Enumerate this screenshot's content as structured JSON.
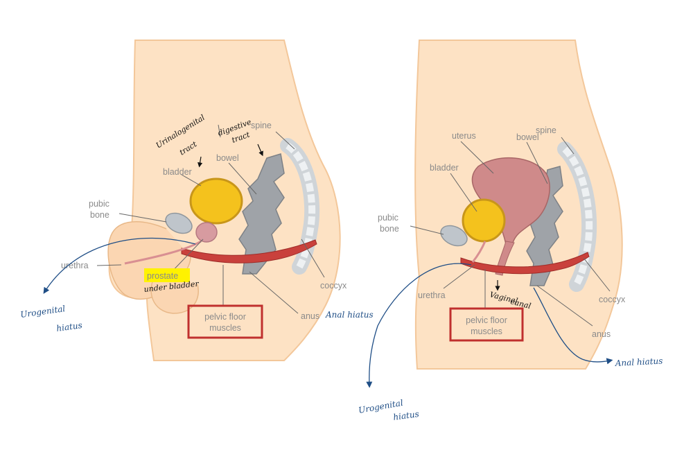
{
  "male": {
    "labels": {
      "spine": "spine",
      "bowel": "bowel",
      "bladder": "bladder",
      "pubic_bone_1": "pubic",
      "pubic_bone_2": "bone",
      "urethra": "urethra",
      "prostate": "prostate",
      "coccyx": "coccyx",
      "anus": "anus",
      "pelvic_floor_1": "pelvic floor",
      "pelvic_floor_2": "muscles"
    },
    "notes": {
      "urinogenital_1": "Urinalogenital",
      "urinogenital_2": "tract",
      "digestive_1": "digestive",
      "digestive_2": "tract",
      "under_bladder": "under bladder",
      "anal_hiatus": "Anal hiatus",
      "urogenital_1": "Urogenital",
      "urogenital_2": "hiatus"
    }
  },
  "female": {
    "labels": {
      "uterus": "uterus",
      "bowel": "bowel",
      "spine": "spine",
      "bladder": "bladder",
      "pubic_bone_1": "pubic",
      "pubic_bone_2": "bone",
      "urethra": "urethra",
      "coccyx": "coccyx",
      "anus": "anus",
      "pelvic_floor_1": "pelvic floor",
      "pelvic_floor_2": "muscles"
    },
    "notes": {
      "vaginal_1": "Vaginal",
      "vaginal_2": "canal",
      "anal_hiatus": "Anal hiatus",
      "urogenital_1": "Urogenital",
      "urogenital_2": "hiatus"
    }
  },
  "colors": {
    "skin": "#fde2c4",
    "skin_edge": "#f3c79a",
    "muscle": "#c9413c",
    "bone": "#bfc5cb",
    "bowel": "#9fa3a8",
    "bladder": "#f4c21d",
    "uterus": "#cf8a8a",
    "highlight": "#fff200",
    "box": "#c0302e",
    "ink_blue": "#1f4e86"
  }
}
